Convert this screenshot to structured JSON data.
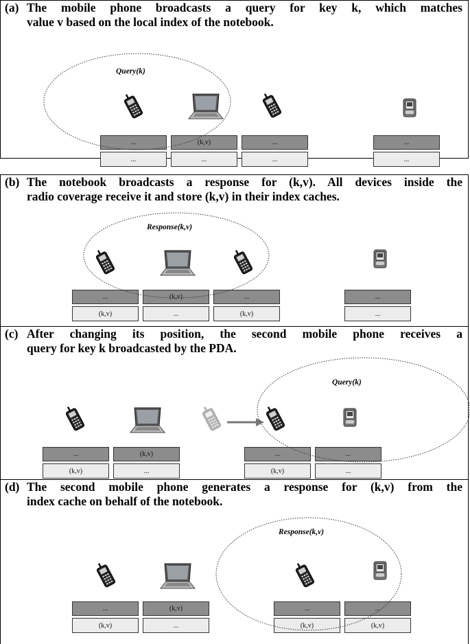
{
  "panels": [
    {
      "label": "(a)",
      "lines": [
        "The mobile phone broadcasts a query for key k, which matches",
        "value v based on the local index of the notebook."
      ],
      "message": "Query(k)",
      "cache_top": [
        "...",
        "(k,v)",
        "...",
        "..."
      ],
      "cache_bottom": [
        "...",
        "...",
        "...",
        "..."
      ]
    },
    {
      "label": "(b)",
      "lines": [
        "The notebook broadcasts a response for (k,v). All devices inside the",
        "radio coverage receive it and store (k,v) in their index caches."
      ],
      "message": "Response(k,v)",
      "cache_top": [
        "...",
        "(k,v)",
        "...",
        "..."
      ],
      "cache_bottom": [
        "(k,v)",
        "...",
        "(k,v)",
        "..."
      ]
    },
    {
      "label": "(c)",
      "lines": [
        "After changing its position, the second mobile phone receives a",
        "query for key k broadcasted by the PDA."
      ],
      "message": "Query(k)",
      "cache_top": [
        "...",
        "(k,v)",
        "...",
        "..."
      ],
      "cache_bottom": [
        "(k,v)",
        "...",
        "(k,v)",
        "..."
      ]
    },
    {
      "label": "(d)",
      "lines": [
        "The second mobile phone generates a response for (k,v) from the",
        "index cache on behalf of the notebook."
      ],
      "message": "Response(k,v)",
      "cache_top": [
        "...",
        "(k,v)",
        "...",
        "..."
      ],
      "cache_bottom": [
        "(k,v)",
        "...",
        "(k,v)",
        "(k,v)"
      ]
    }
  ],
  "devices": [
    "phone-icon",
    "laptop-icon",
    "pda-icon"
  ]
}
